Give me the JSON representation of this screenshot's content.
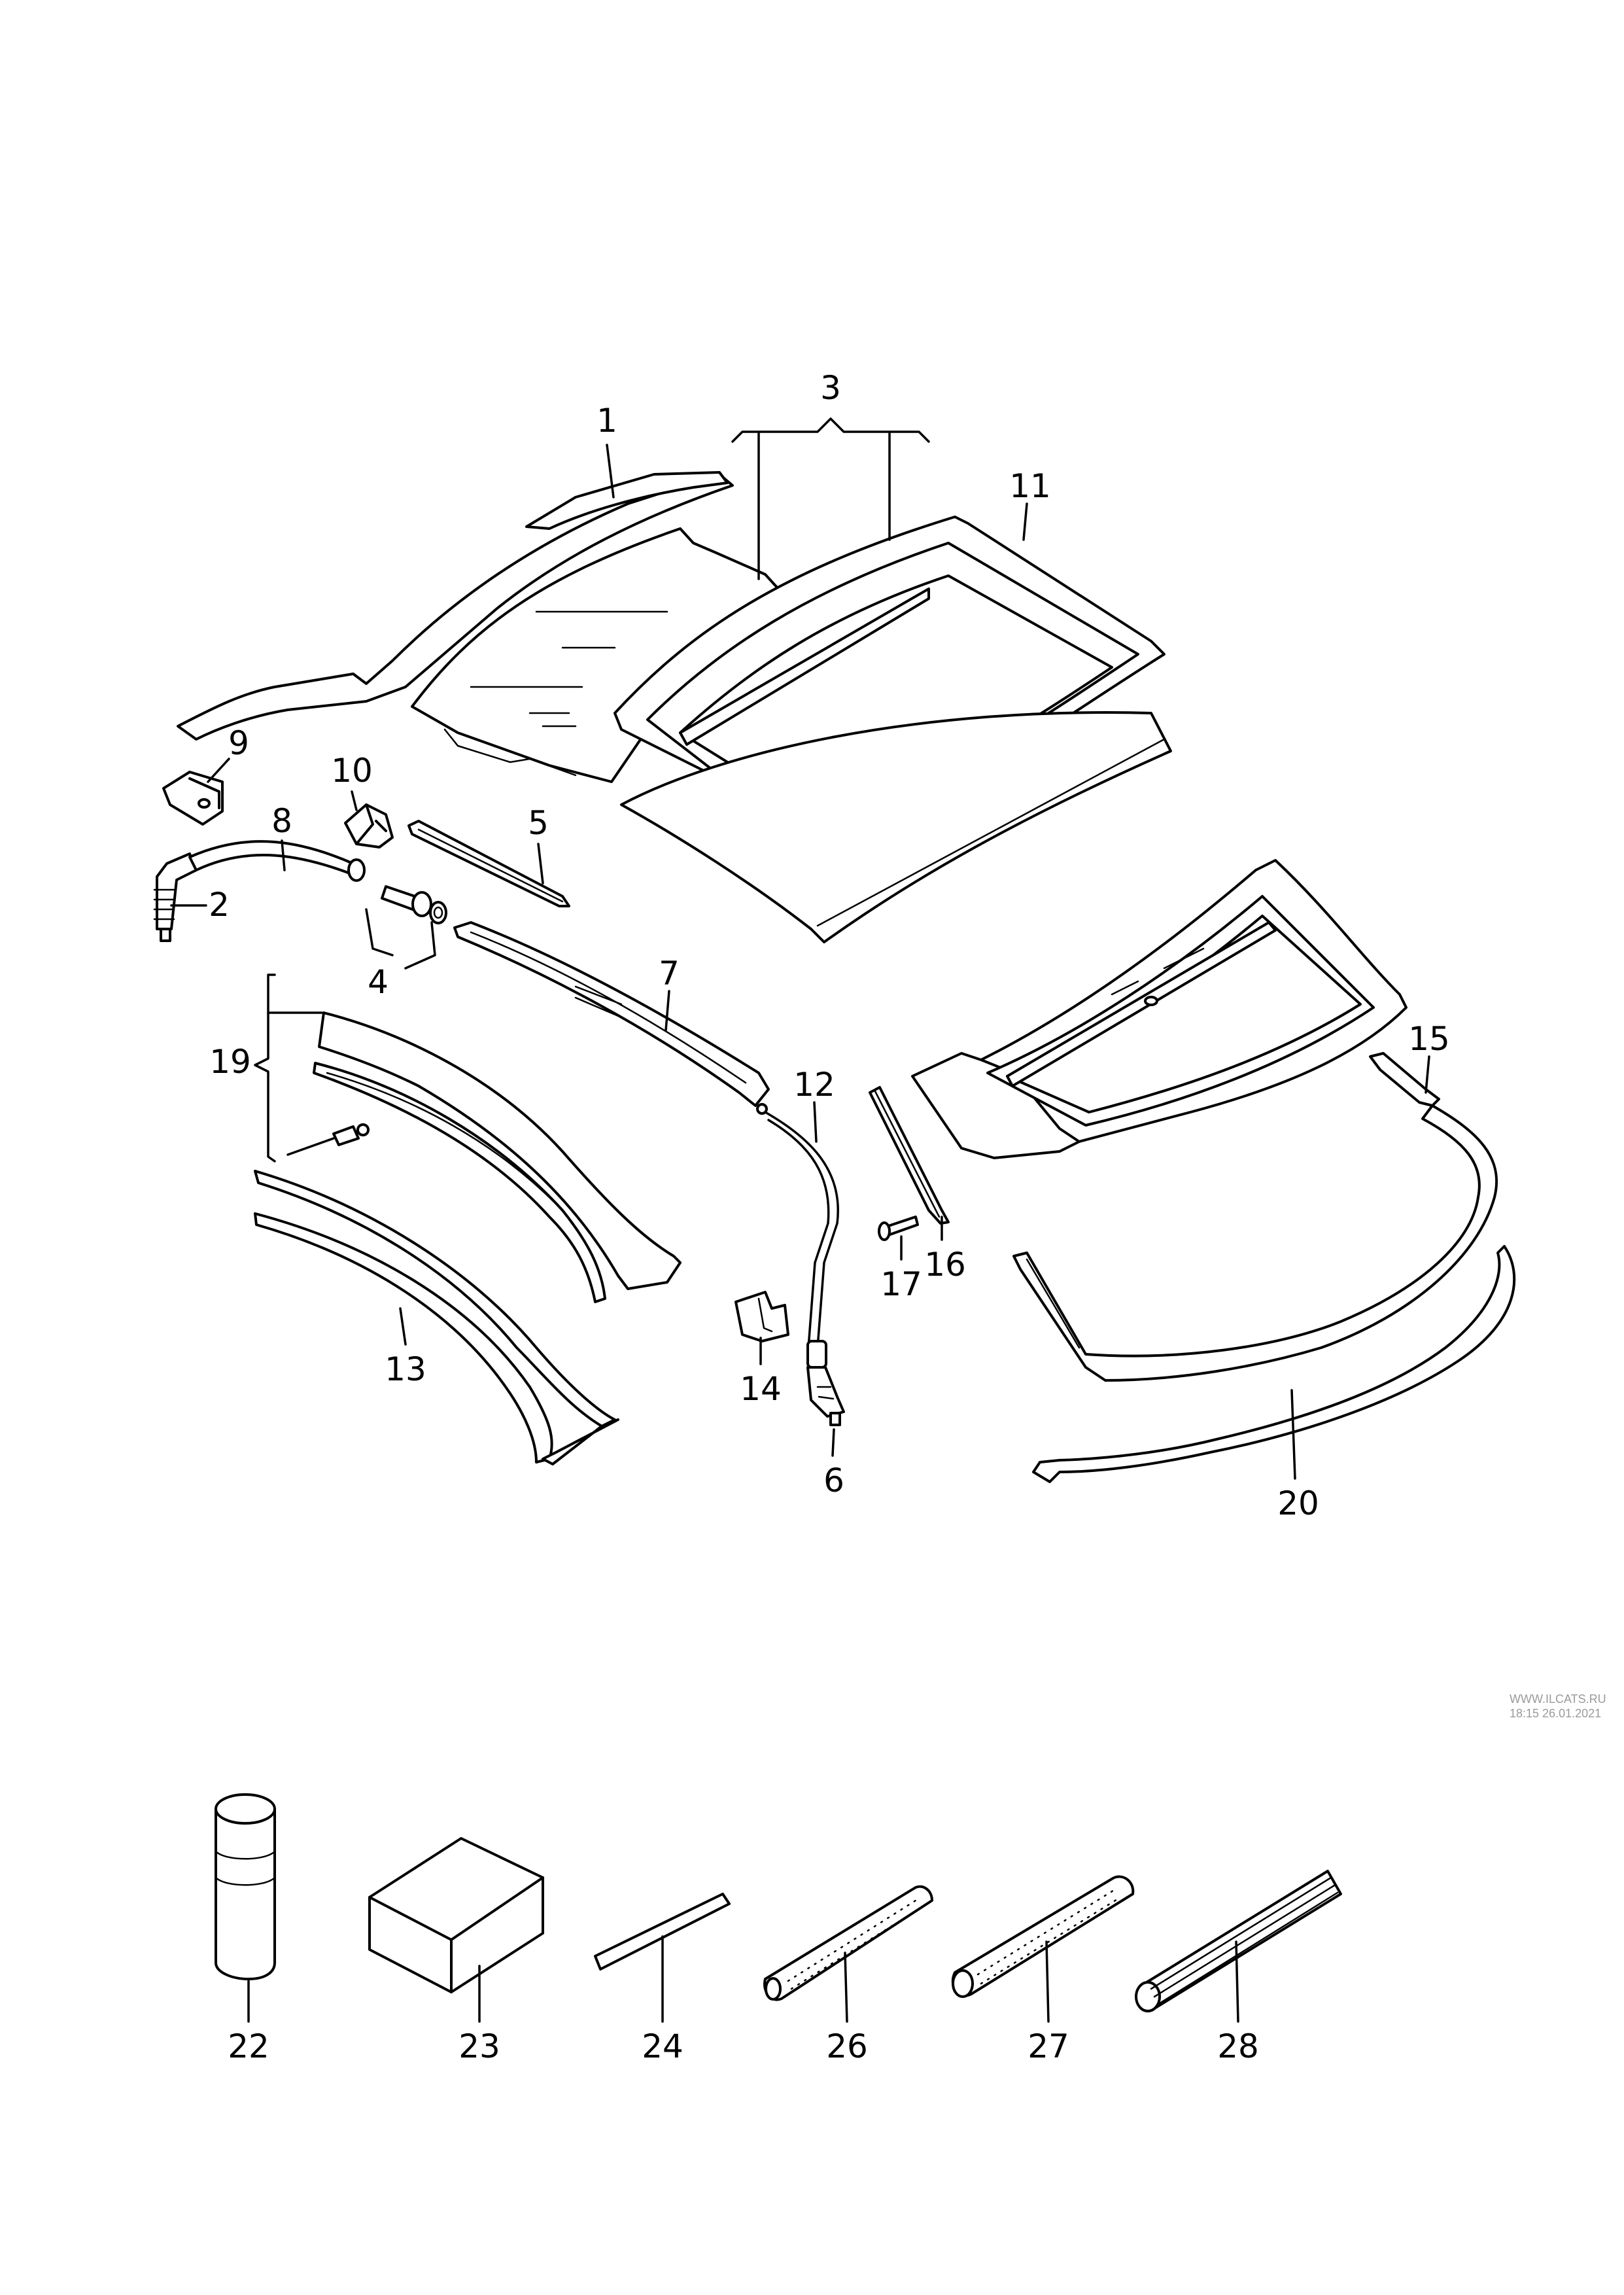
{
  "watermark": {
    "line1": "WWW.ILCATS.RU",
    "line2": "18:15 26.01.2021"
  },
  "callouts": {
    "c1": "1",
    "c2": "2",
    "c3": "3",
    "c4": "4",
    "c5": "5",
    "c6": "6",
    "c7": "7",
    "c8": "8",
    "c9": "9",
    "c10": "10",
    "c11": "11",
    "c12": "12",
    "c13": "13",
    "c14": "14",
    "c15": "15",
    "c16": "16",
    "c17": "17",
    "c19": "19",
    "c20": "20",
    "c22": "22",
    "c23": "23",
    "c24": "24",
    "c26": "26",
    "c27": "27",
    "c28": "28"
  }
}
